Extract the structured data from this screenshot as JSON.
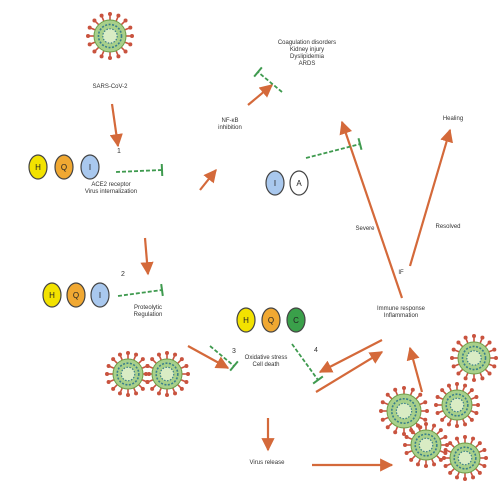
{
  "colors": {
    "arrow": "#d4693a",
    "inhibit": "#3f9a4f",
    "h_pill": "#f2e200",
    "q_pill": "#f0a832",
    "i_pill": "#a9c8ee",
    "c_pill": "#3aa04a",
    "a_pill": "#ffffff",
    "virus_body": "#a8d08a",
    "virus_ring": "#3a7f8a",
    "virus_spike": "#c9533f"
  },
  "labels": {
    "sars": "SARS-CoV-2",
    "ace2": "ACE2 receptor\nVirus internalization",
    "proteolytic": "Proteolytic\nRegulation",
    "oxidative": "Oxidative stress\nCell death",
    "virus_release": "Virus release",
    "nfkb": "NF-κB\ninhibition",
    "coag": "Coagulation disorders\nKidney injury\nDyslipidemia\nARDS",
    "immune": "Immune response\nInflammation",
    "healing": "Healing",
    "severe": "Severe",
    "resolved": "Resolved",
    "ifn": "IF"
  },
  "numbers": {
    "n1": "1",
    "n2": "2",
    "n3": "3",
    "n4": "4"
  },
  "pills": {
    "top": [
      "H",
      "Q",
      "I"
    ],
    "middle": [
      "H",
      "Q",
      "I"
    ],
    "lower": [
      "H",
      "Q",
      "C"
    ],
    "ia": [
      "I",
      "A"
    ]
  }
}
